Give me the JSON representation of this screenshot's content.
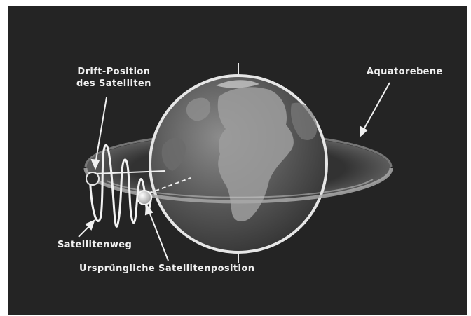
{
  "diagram": {
    "labels": {
      "drift_position_line1": "Drift-Position",
      "drift_position_line2": "des Satelliten",
      "equatorial_plane": "Aquatorebene",
      "satellite_path": "Satellitenweg",
      "original_position": "Ursprüngliche Satellitenposition"
    },
    "colors": {
      "background": "#242424",
      "earth_ocean": "#5a5a5a",
      "earth_land": "#9a9a9a",
      "orbit_line": "#f2f2f2",
      "equator_ring": "#8a8a8a"
    },
    "icons": [
      "earth-globe-icon",
      "drift-satellite-icon",
      "original-satellite-icon"
    ]
  }
}
